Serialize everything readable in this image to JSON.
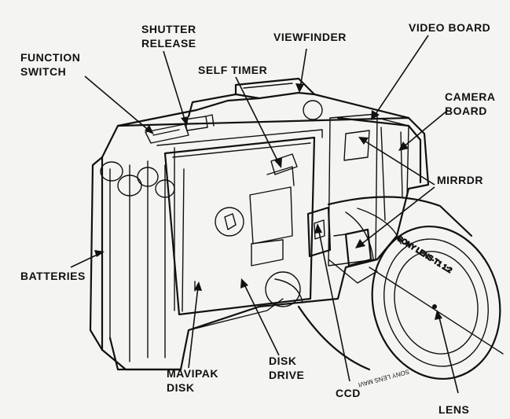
{
  "labels": {
    "shutter_release_1": "SHUTTER",
    "shutter_release_2": "RELEASE",
    "viewfinder": "VIEWFINDER",
    "video_board": "VIDEO BOARD",
    "function_switch_1": "FUNCTION",
    "function_switch_2": "SWITCH",
    "self_timer": "SELF TIMER",
    "camera_board_1": "CAMERA",
    "camera_board_2": "BOARD",
    "mirror": "MIRRDR",
    "batteries": "BATTERIES",
    "mavipak_disk_1": "MAVIPAK",
    "mavipak_disk_2": "DISK",
    "disk_drive_1": "DISK",
    "disk_drive_2": "DRIVE",
    "ccd": "CCD",
    "lens": "LENS"
  },
  "lens_text": {
    "top_ring": "SONY LENS·T1 1:2",
    "bottom_ring": "SONY LENS MAVI"
  },
  "colors": {
    "ink": "#111111",
    "paper": "#f4f4f2"
  }
}
